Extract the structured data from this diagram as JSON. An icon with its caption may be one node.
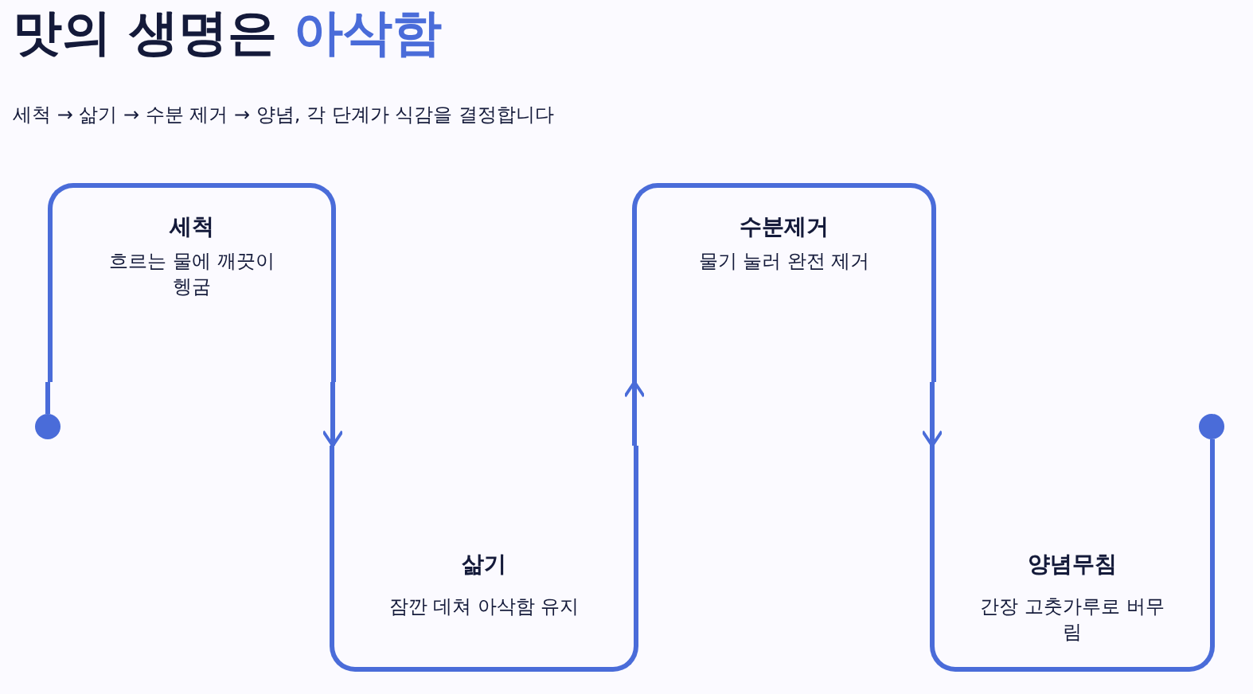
{
  "diagram": {
    "title": "맛의 생명은 **아삭함**",
    "nodes": [
      {
        "text": [],
        "shape": "circle"
      },
      {
        "text": [
          "세척",
          "흐르는 물에 깨끗이 헹굼"
        ]
      },
      {
        "text": [
          "삶기",
          "잠깐 데쳐 아삭함 유지"
        ]
      },
      {
        "text": [
          "수분제거",
          "물기 눌러 완전 제거"
        ]
      },
      {
        "text": [
          "양념무침",
          "간장 고춧가루로 버무림"
        ]
      },
      {
        "text": [],
        "shape": "circle"
      }
    ],
    "edges": [
      {
        "from": 0,
        "to": 1,
        "arrow": "none"
      },
      {
        "from": 1,
        "to": 2,
        "arrow": "to"
      },
      {
        "from": 2,
        "to": 3,
        "arrow": "to"
      },
      {
        "from": 3,
        "to": 4,
        "arrow": "to"
      },
      {
        "from": 4,
        "to": 5,
        "arrow": "none"
      }
    ],
    "labels": [
      "세척 → 삶기 → 수분 제거 → 양념, 각 단계가 식감을 결정합니다"
    ]
  }
}
